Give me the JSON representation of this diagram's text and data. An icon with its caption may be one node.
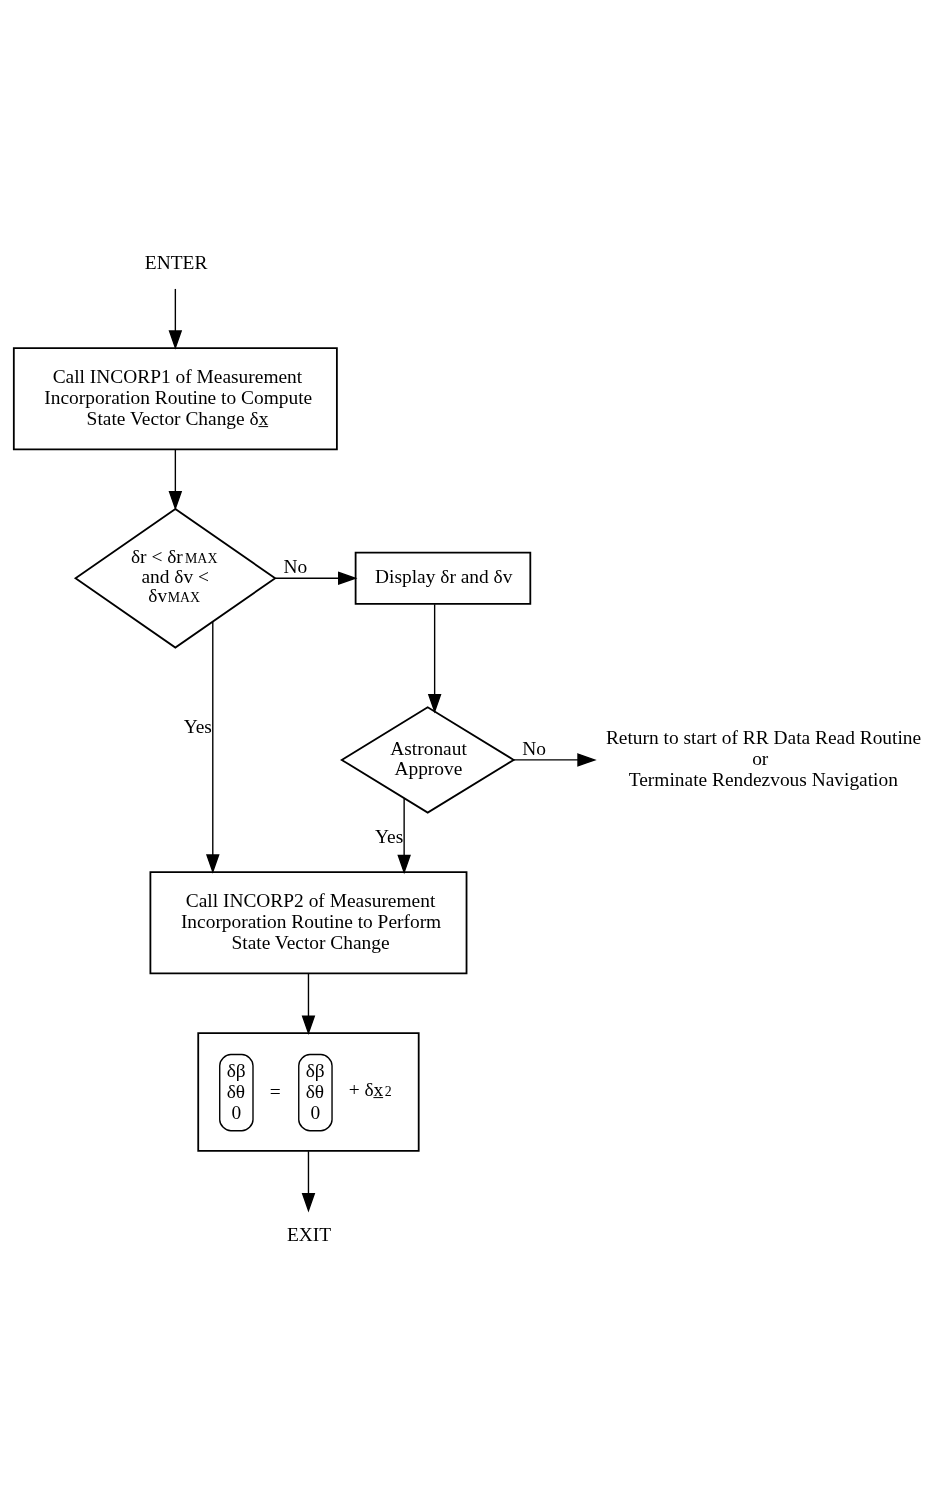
{
  "diagram": {
    "nodes": [
      {
        "text": [
          "ENTER"
        ]
      },
      {
        "text": [
          "Call INCORP1 of Measurement Incorporation Routine to Compute State Vector Change δx̲"
        ]
      },
      {
        "text": [
          "δr < δr$_{MAX}$ and δv < δv$_{MAX}$"
        ]
      },
      {
        "text": [
          "Display δr and δv"
        ]
      },
      {
        "text": [
          "Astronaut Approve"
        ]
      },
      {
        "text": [
          "Return to start of RR Data Read Routine",
          "or",
          "Terminate Rendezvous Navigation"
        ]
      },
      {
        "text": [
          "Call INCORP2 of Measurement Incorporation Routine to Perform State Vector Change"
        ]
      },
      {
        "text": [
          "δβ δθ 0",
          "=",
          "δβ δθ 0",
          "+ δx̲$_{2}$"
        ]
      },
      {
        "text": [
          "EXIT"
        ]
      }
    ],
    "edges": [
      {
        "from": 0,
        "to": 1,
        "arrow": "to"
      },
      {
        "from": 1,
        "to": 2,
        "arrow": "to"
      },
      {
        "from": 2,
        "to": 3,
        "label": "No",
        "arrow": "to"
      },
      {
        "from": 3,
        "to": 4,
        "arrow": "to"
      },
      {
        "from": 4,
        "to": 5,
        "label": "No",
        "arrow": "to"
      },
      {
        "from": 2,
        "to": 6,
        "label": "Yes",
        "arrow": "to"
      },
      {
        "from": 4,
        "to": 6,
        "label": "Yes",
        "arrow": "to"
      },
      {
        "from": 6,
        "to": 7,
        "arrow": "to"
      },
      {
        "from": 7,
        "to": 8,
        "arrow": "to"
      }
    ]
  }
}
